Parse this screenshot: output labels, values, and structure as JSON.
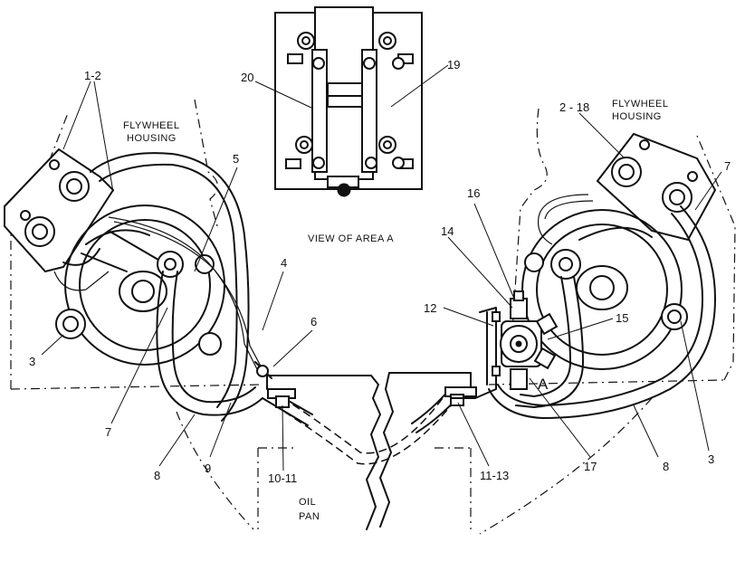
{
  "labels": {
    "view_area": "VIEW OF AREA A",
    "flywheel_left_1": "FLYWHEEL",
    "flywheel_left_2": "HOUSING",
    "flywheel_right_1": "FLYWHEEL",
    "flywheel_right_2": "HOUSING",
    "oil_pan_1": "OIL",
    "oil_pan_2": "PAN",
    "area_marker": "A"
  },
  "callouts": {
    "c_1_2": "1-2",
    "c_2_18": "2 - 18",
    "c_3_left": "3",
    "c_3_right": "3",
    "c_4": "4",
    "c_5": "5",
    "c_6": "6",
    "c_7_left": "7",
    "c_7_right": "7",
    "c_8_left": "8",
    "c_8_right": "8",
    "c_9": "9",
    "c_10_11": "10-11",
    "c_11_13": "11-13",
    "c_12": "12",
    "c_14": "14",
    "c_15": "15",
    "c_16": "16",
    "c_17": "17",
    "c_19": "19",
    "c_20": "20"
  }
}
